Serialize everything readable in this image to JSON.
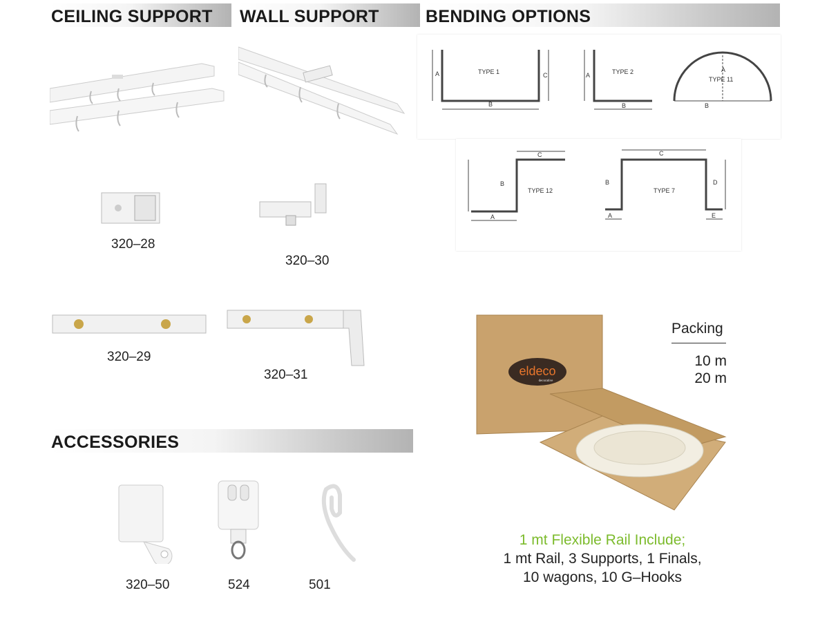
{
  "sections": {
    "ceiling": "CEILING SUPPORT",
    "wall": "WALL SUPPORT",
    "bending": "BENDING OPTIONS",
    "accessories": "ACCESSORIES"
  },
  "products": {
    "p28": "320–28",
    "p30": "320–30",
    "p29": "320–29",
    "p31": "320–31",
    "p50": "320–50",
    "p524": "524",
    "p501": "501"
  },
  "bending": {
    "type1": {
      "name": "TYPE 1",
      "a": "A",
      "b": "B",
      "c": "C"
    },
    "type2": {
      "name": "TYPE 2",
      "a": "A",
      "b": "B"
    },
    "type11": {
      "name": "TYPE 11",
      "a": "A",
      "b": "B"
    },
    "type12": {
      "name": "TYPE 12",
      "a": "A",
      "b": "B",
      "c": "C"
    },
    "type7": {
      "name": "TYPE 7",
      "a": "A",
      "b": "B",
      "c": "C",
      "d": "D",
      "e": "E"
    }
  },
  "packing": {
    "title": "Packing",
    "sizes": [
      "10 m",
      "20 m"
    ]
  },
  "box": {
    "brand": "eldeco",
    "sub": "decorative"
  },
  "include": {
    "headline": "1 mt Flexible Rail Include;",
    "line1": "1 mt Rail, 3 Supports, 1 Finals,",
    "line2": "10 wagons, 10 G–Hooks"
  },
  "colors": {
    "accent_green": "#7cbb2c",
    "box_brown": "#c9a26d"
  }
}
